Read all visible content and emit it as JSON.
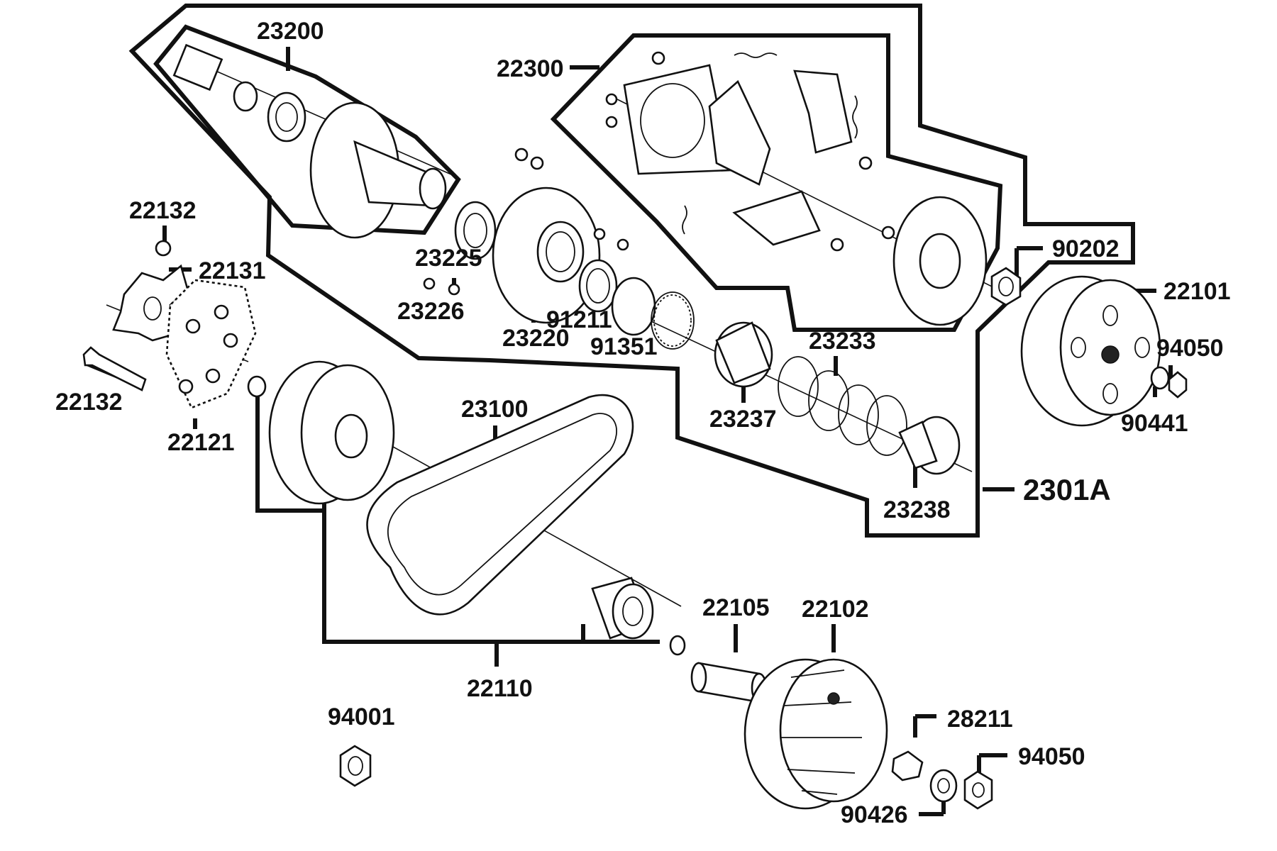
{
  "diagram": {
    "labels": {
      "p23200": "23200",
      "p22300": "22300",
      "p22132a": "22132",
      "p22131": "22131",
      "p23225": "23225",
      "p23226": "23226",
      "p23220": "23220",
      "p91211": "91211",
      "p91351": "91351",
      "p90202": "90202",
      "p22101": "22101",
      "p94050a": "94050",
      "p90441": "90441",
      "p23233": "23233",
      "p23237": "23237",
      "p23238": "23238",
      "p2301A": "2301A",
      "p22132b": "22132",
      "p22121": "22121",
      "p23100": "23100",
      "p22105": "22105",
      "p22102": "22102",
      "p22110": "22110",
      "p94001": "94001",
      "p28211": "28211",
      "p94050b": "94050",
      "p90426": "90426"
    },
    "colors": {
      "ink": "#111111",
      "paper": "#ffffff"
    }
  }
}
